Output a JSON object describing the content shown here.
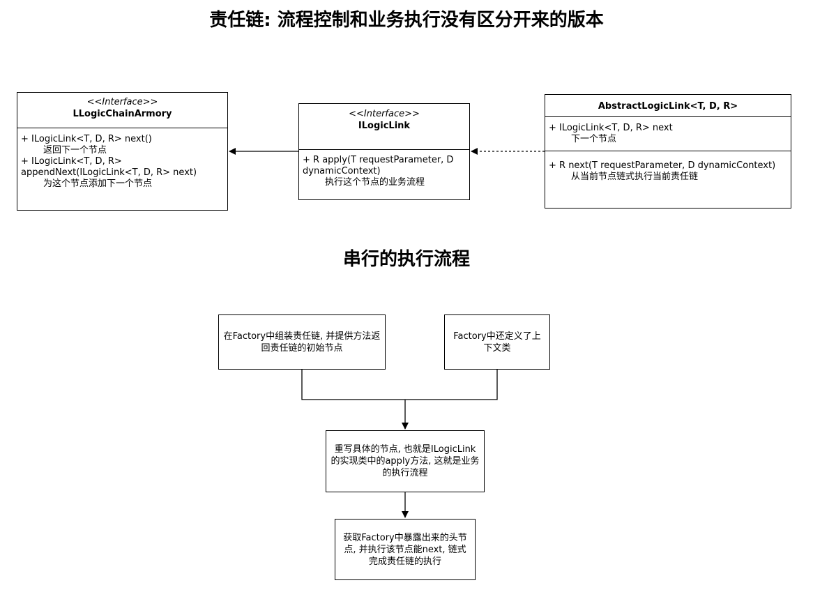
{
  "titles": {
    "main": "责任链: 流程控制和业务执行没有区分开来的版本",
    "sub": "串行的执行流程"
  },
  "classes": {
    "armory": {
      "stereotype": "<<Interface>>",
      "name": "LLogicChainArmory",
      "lines": [
        "+ ILogicLink<T, D, R> next()",
        "返回下一个节点",
        "+ ILogicLink<T, D, R>",
        "appendNext(ILogicLink<T, D, R> next)",
        "为这个节点添加下一个节点"
      ]
    },
    "ilogiclink": {
      "stereotype": "<<Interface>>",
      "name": "ILogicLink",
      "lines": [
        "+ R apply(T requestParameter, D",
        "dynamicContext)",
        "执行这个节点的业务流程"
      ]
    },
    "abstract": {
      "name": "AbstractLogicLink<T, D, R>",
      "fields": [
        "+ ILogicLink<T, D, R> next",
        "下一个节点"
      ],
      "methods": [
        "+ R next(T requestParameter, D dynamicContext)",
        "从当前节点链式执行当前责任链"
      ]
    }
  },
  "flow": {
    "assemble": "在Factory中组装责任链, 并提供方法返回责任链的初始节点",
    "context": "Factory中还定义了上下文类",
    "override": "重写具体的节点, 也就是ILogicLink的实现类中的apply方法, 这就是业务的执行流程",
    "execute": "获取Factory中暴露出来的头节点, 并执行该节点能next, 链式完成责任链的执行"
  }
}
